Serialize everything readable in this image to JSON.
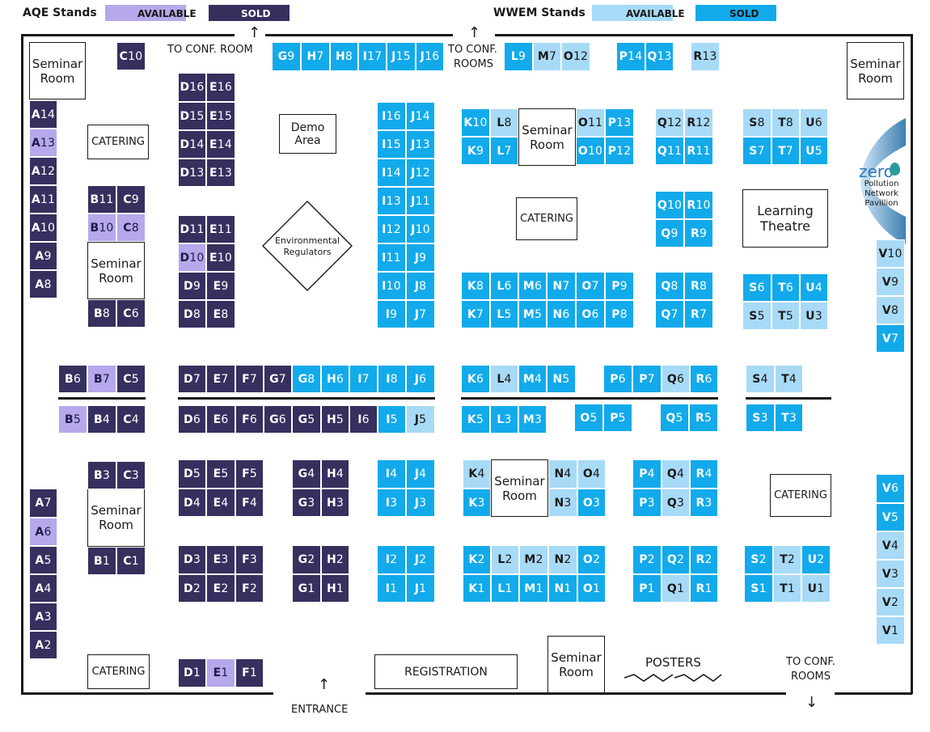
{
  "colors": {
    "aqe_available": "#b6a8ea",
    "aqe_sold": "#35305e",
    "wwem_available": "#a7daf6",
    "wwem_sold": "#12aaeb"
  },
  "legend": {
    "aqe_title": "AQE Stands",
    "wwem_title": "WWEM Stands",
    "available": "AVAILABLE",
    "sold": "SOLD"
  },
  "labels": {
    "to_conf_room": "TO CONF. ROOM",
    "to_conf_rooms_top_1": "TO CONF.",
    "to_conf_rooms_top_2": "ROOMS",
    "to_conf_rooms_bottom_1": "TO CONF.",
    "to_conf_rooms_bottom_2": "ROOMS",
    "entrance": "ENTRANCE",
    "registration": "REGISTRATION",
    "posters": "POSTERS",
    "catering": "CATERING",
    "seminar_room": "Seminar Room",
    "demo_area": "Demo Area",
    "learning_theatre": "Learning Theatre",
    "env_regulators": "Environmental Regulators",
    "zero_logo": "zero",
    "zero_pavilion": "Pollution Network Pavillion"
  },
  "stands": [
    {
      "code": "C10",
      "s": "as"
    },
    {
      "code": "A14",
      "s": "as"
    },
    {
      "code": "A13",
      "s": "aa"
    },
    {
      "code": "A12",
      "s": "as"
    },
    {
      "code": "A11",
      "s": "as"
    },
    {
      "code": "A10",
      "s": "as"
    },
    {
      "code": "A9",
      "s": "as"
    },
    {
      "code": "A8",
      "s": "as"
    },
    {
      "code": "B11",
      "s": "as"
    },
    {
      "code": "C9",
      "s": "as"
    },
    {
      "code": "B10",
      "s": "aa"
    },
    {
      "code": "C8",
      "s": "aa"
    },
    {
      "code": "B8",
      "s": "as"
    },
    {
      "code": "C6",
      "s": "as"
    },
    {
      "code": "D16",
      "s": "as"
    },
    {
      "code": "E16",
      "s": "as"
    },
    {
      "code": "D15",
      "s": "as"
    },
    {
      "code": "E15",
      "s": "as"
    },
    {
      "code": "D14",
      "s": "as"
    },
    {
      "code": "E14",
      "s": "as"
    },
    {
      "code": "D13",
      "s": "as"
    },
    {
      "code": "E13",
      "s": "as"
    },
    {
      "code": "D11",
      "s": "as"
    },
    {
      "code": "E11",
      "s": "as"
    },
    {
      "code": "D10",
      "s": "aa"
    },
    {
      "code": "E10",
      "s": "as"
    },
    {
      "code": "D9",
      "s": "as"
    },
    {
      "code": "E9",
      "s": "as"
    },
    {
      "code": "D8",
      "s": "as"
    },
    {
      "code": "E8",
      "s": "as"
    },
    {
      "code": "G9",
      "s": "ws"
    },
    {
      "code": "H7",
      "s": "ws"
    },
    {
      "code": "H8",
      "s": "ws"
    },
    {
      "code": "I17",
      "s": "ws"
    },
    {
      "code": "J15",
      "s": "ws"
    },
    {
      "code": "J16",
      "s": "ws"
    },
    {
      "code": "L9",
      "s": "ws"
    },
    {
      "code": "M7",
      "s": "wa"
    },
    {
      "code": "O12",
      "s": "wa"
    },
    {
      "code": "P14",
      "s": "ws"
    },
    {
      "code": "Q13",
      "s": "ws"
    },
    {
      "code": "R13",
      "s": "wa"
    },
    {
      "code": "I16",
      "s": "ws"
    },
    {
      "code": "J14",
      "s": "ws"
    },
    {
      "code": "I15",
      "s": "ws"
    },
    {
      "code": "J13",
      "s": "ws"
    },
    {
      "code": "I14",
      "s": "ws"
    },
    {
      "code": "J12",
      "s": "ws"
    },
    {
      "code": "I13",
      "s": "ws"
    },
    {
      "code": "J11",
      "s": "ws"
    },
    {
      "code": "I12",
      "s": "ws"
    },
    {
      "code": "J10",
      "s": "ws"
    },
    {
      "code": "I11",
      "s": "ws"
    },
    {
      "code": "J9",
      "s": "ws"
    },
    {
      "code": "I10",
      "s": "ws"
    },
    {
      "code": "J8",
      "s": "ws"
    },
    {
      "code": "I9",
      "s": "ws"
    },
    {
      "code": "J7",
      "s": "ws"
    },
    {
      "code": "K10",
      "s": "ws"
    },
    {
      "code": "L8",
      "s": "wa"
    },
    {
      "code": "K9",
      "s": "ws"
    },
    {
      "code": "L7",
      "s": "ws"
    },
    {
      "code": "O11",
      "s": "wa"
    },
    {
      "code": "P13",
      "s": "ws"
    },
    {
      "code": "O10",
      "s": "ws"
    },
    {
      "code": "P12",
      "s": "ws"
    },
    {
      "code": "Q12",
      "s": "wa"
    },
    {
      "code": "R12",
      "s": "wa"
    },
    {
      "code": "Q11",
      "s": "ws"
    },
    {
      "code": "R11",
      "s": "ws"
    },
    {
      "code": "S8",
      "s": "wa"
    },
    {
      "code": "T8",
      "s": "wa"
    },
    {
      "code": "U6",
      "s": "wa"
    },
    {
      "code": "S7",
      "s": "ws"
    },
    {
      "code": "T7",
      "s": "ws"
    },
    {
      "code": "U5",
      "s": "ws"
    },
    {
      "code": "Q10",
      "s": "ws"
    },
    {
      "code": "R10",
      "s": "ws"
    },
    {
      "code": "Q9",
      "s": "ws"
    },
    {
      "code": "R9",
      "s": "ws"
    },
    {
      "code": "K8",
      "s": "ws"
    },
    {
      "code": "L6",
      "s": "ws"
    },
    {
      "code": "M6",
      "s": "ws"
    },
    {
      "code": "N7",
      "s": "ws"
    },
    {
      "code": "O7",
      "s": "ws"
    },
    {
      "code": "P9",
      "s": "ws"
    },
    {
      "code": "K7",
      "s": "ws"
    },
    {
      "code": "L5",
      "s": "ws"
    },
    {
      "code": "M5",
      "s": "ws"
    },
    {
      "code": "N6",
      "s": "ws"
    },
    {
      "code": "O6",
      "s": "ws"
    },
    {
      "code": "P8",
      "s": "ws"
    },
    {
      "code": "Q8",
      "s": "ws"
    },
    {
      "code": "R8",
      "s": "ws"
    },
    {
      "code": "Q7",
      "s": "ws"
    },
    {
      "code": "R7",
      "s": "ws"
    },
    {
      "code": "S6",
      "s": "ws"
    },
    {
      "code": "T6",
      "s": "ws"
    },
    {
      "code": "U4",
      "s": "ws"
    },
    {
      "code": "S5",
      "s": "wa"
    },
    {
      "code": "T5",
      "s": "wa"
    },
    {
      "code": "U3",
      "s": "wa"
    },
    {
      "code": "V10",
      "s": "wa"
    },
    {
      "code": "V9",
      "s": "wa"
    },
    {
      "code": "V8",
      "s": "wa"
    },
    {
      "code": "V7",
      "s": "ws"
    },
    {
      "code": "B6",
      "s": "as"
    },
    {
      "code": "B7",
      "s": "aa"
    },
    {
      "code": "C5",
      "s": "as"
    },
    {
      "code": "B5",
      "s": "aa"
    },
    {
      "code": "B4",
      "s": "as"
    },
    {
      "code": "C4",
      "s": "as"
    },
    {
      "code": "D7",
      "s": "as"
    },
    {
      "code": "E7",
      "s": "as"
    },
    {
      "code": "F7",
      "s": "as"
    },
    {
      "code": "G7",
      "s": "as"
    },
    {
      "code": "G8",
      "s": "ws"
    },
    {
      "code": "H6",
      "s": "ws"
    },
    {
      "code": "I7",
      "s": "ws"
    },
    {
      "code": "I8",
      "s": "ws"
    },
    {
      "code": "J6",
      "s": "ws"
    },
    {
      "code": "D6",
      "s": "as"
    },
    {
      "code": "E6",
      "s": "as"
    },
    {
      "code": "F6",
      "s": "as"
    },
    {
      "code": "G6",
      "s": "as"
    },
    {
      "code": "G5",
      "s": "as"
    },
    {
      "code": "H5",
      "s": "as"
    },
    {
      "code": "I6",
      "s": "as"
    },
    {
      "code": "I5",
      "s": "ws"
    },
    {
      "code": "J5",
      "s": "wa"
    },
    {
      "code": "K6",
      "s": "ws"
    },
    {
      "code": "L4",
      "s": "wa"
    },
    {
      "code": "M4",
      "s": "ws"
    },
    {
      "code": "N5",
      "s": "ws"
    },
    {
      "code": "P6",
      "s": "ws"
    },
    {
      "code": "P7",
      "s": "ws"
    },
    {
      "code": "Q6",
      "s": "wa"
    },
    {
      "code": "R6",
      "s": "ws"
    },
    {
      "code": "S4",
      "s": "wa"
    },
    {
      "code": "T4",
      "s": "wa"
    },
    {
      "code": "K5",
      "s": "ws"
    },
    {
      "code": "L3",
      "s": "ws"
    },
    {
      "code": "M3",
      "s": "ws"
    },
    {
      "code": "O5",
      "s": "ws"
    },
    {
      "code": "P5",
      "s": "ws"
    },
    {
      "code": "Q5",
      "s": "ws"
    },
    {
      "code": "R5",
      "s": "ws"
    },
    {
      "code": "S3",
      "s": "ws"
    },
    {
      "code": "T3",
      "s": "ws"
    },
    {
      "code": "B3",
      "s": "as"
    },
    {
      "code": "C3",
      "s": "as"
    },
    {
      "code": "B1",
      "s": "as"
    },
    {
      "code": "C1",
      "s": "as"
    },
    {
      "code": "D5",
      "s": "as"
    },
    {
      "code": "E5",
      "s": "as"
    },
    {
      "code": "F5",
      "s": "as"
    },
    {
      "code": "D4",
      "s": "as"
    },
    {
      "code": "E4",
      "s": "as"
    },
    {
      "code": "F4",
      "s": "as"
    },
    {
      "code": "G4",
      "s": "as"
    },
    {
      "code": "H4",
      "s": "as"
    },
    {
      "code": "G3",
      "s": "as"
    },
    {
      "code": "H3",
      "s": "as"
    },
    {
      "code": "I4",
      "s": "ws"
    },
    {
      "code": "J4",
      "s": "ws"
    },
    {
      "code": "I3",
      "s": "ws"
    },
    {
      "code": "J3",
      "s": "ws"
    },
    {
      "code": "K4",
      "s": "wa"
    },
    {
      "code": "K3",
      "s": "ws"
    },
    {
      "code": "N4",
      "s": "wa"
    },
    {
      "code": "O4",
      "s": "wa"
    },
    {
      "code": "N3",
      "s": "wa"
    },
    {
      "code": "O3",
      "s": "ws"
    },
    {
      "code": "P4",
      "s": "ws"
    },
    {
      "code": "Q4",
      "s": "wa"
    },
    {
      "code": "R4",
      "s": "ws"
    },
    {
      "code": "P3",
      "s": "ws"
    },
    {
      "code": "Q3",
      "s": "wa"
    },
    {
      "code": "R3",
      "s": "ws"
    },
    {
      "code": "V6",
      "s": "ws"
    },
    {
      "code": "V5",
      "s": "ws"
    },
    {
      "code": "V4",
      "s": "wa"
    },
    {
      "code": "V3",
      "s": "wa"
    },
    {
      "code": "V2",
      "s": "wa"
    },
    {
      "code": "V1",
      "s": "wa"
    },
    {
      "code": "A7",
      "s": "as"
    },
    {
      "code": "A6",
      "s": "aa"
    },
    {
      "code": "A5",
      "s": "as"
    },
    {
      "code": "A4",
      "s": "as"
    },
    {
      "code": "A3",
      "s": "as"
    },
    {
      "code": "A2",
      "s": "as"
    },
    {
      "code": "D3",
      "s": "as"
    },
    {
      "code": "E3",
      "s": "as"
    },
    {
      "code": "F3",
      "s": "as"
    },
    {
      "code": "D2",
      "s": "as"
    },
    {
      "code": "E2",
      "s": "as"
    },
    {
      "code": "F2",
      "s": "as"
    },
    {
      "code": "G2",
      "s": "as"
    },
    {
      "code": "H2",
      "s": "as"
    },
    {
      "code": "G1",
      "s": "as"
    },
    {
      "code": "H1",
      "s": "as"
    },
    {
      "code": "I2",
      "s": "ws"
    },
    {
      "code": "J2",
      "s": "ws"
    },
    {
      "code": "I1",
      "s": "ws"
    },
    {
      "code": "J1",
      "s": "ws"
    },
    {
      "code": "K2",
      "s": "ws"
    },
    {
      "code": "L2",
      "s": "wa"
    },
    {
      "code": "M2",
      "s": "wa"
    },
    {
      "code": "N2",
      "s": "wa"
    },
    {
      "code": "O2",
      "s": "ws"
    },
    {
      "code": "K1",
      "s": "ws"
    },
    {
      "code": "L1",
      "s": "ws"
    },
    {
      "code": "M1",
      "s": "ws"
    },
    {
      "code": "N1",
      "s": "ws"
    },
    {
      "code": "O1",
      "s": "ws"
    },
    {
      "code": "P2",
      "s": "ws"
    },
    {
      "code": "Q2",
      "s": "ws"
    },
    {
      "code": "R2",
      "s": "ws"
    },
    {
      "code": "P1",
      "s": "ws"
    },
    {
      "code": "Q1",
      "s": "wa"
    },
    {
      "code": "R1",
      "s": "ws"
    },
    {
      "code": "S2",
      "s": "ws"
    },
    {
      "code": "T2",
      "s": "wa"
    },
    {
      "code": "U2",
      "s": "ws"
    },
    {
      "code": "S1",
      "s": "ws"
    },
    {
      "code": "T1",
      "s": "wa"
    },
    {
      "code": "U1",
      "s": "wa"
    },
    {
      "code": "D1",
      "s": "as"
    },
    {
      "code": "E1",
      "s": "aa"
    },
    {
      "code": "F1",
      "s": "as"
    }
  ]
}
